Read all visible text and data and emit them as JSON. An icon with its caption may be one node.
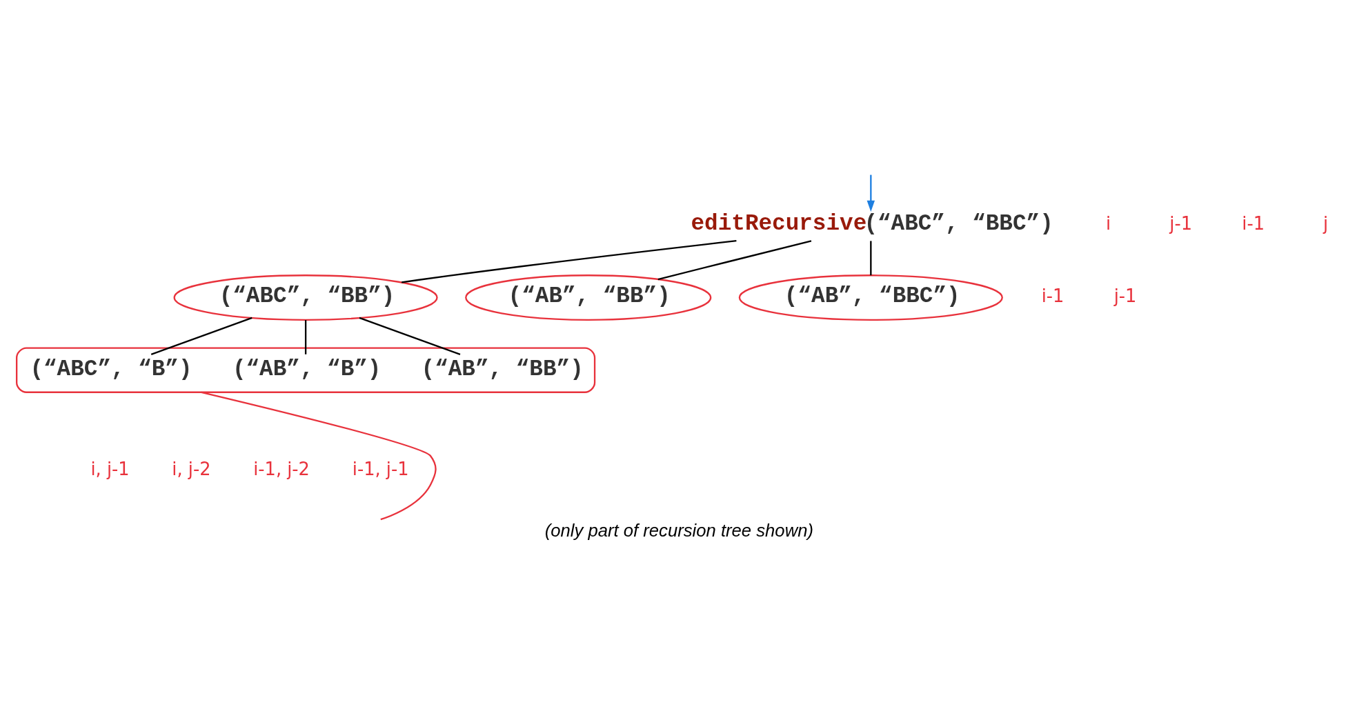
{
  "diagram": {
    "caption": "(only part of recursion tree shown)",
    "nodes": [
      {
        "text": [
          "editRecursive(“ABC”, “BBC”)"
        ]
      },
      {
        "text": [
          "(“ABC”, “BB”)"
        ]
      },
      {
        "text": [
          "(“AB”, “BB”)"
        ]
      },
      {
        "text": [
          "(“AB”, “BBC”)"
        ]
      },
      {
        "text": [],
        "shape": "box"
      },
      {
        "text": [
          "(“ABC”, “B”)"
        ],
        "in": 4
      },
      {
        "text": [
          "(“AB”, “B”)"
        ],
        "in": 4
      },
      {
        "text": [
          "(“AB”, “BB”)"
        ],
        "in": 4
      }
    ],
    "edges": [
      {
        "from": 0,
        "to": 1,
        "arrow": "none"
      },
      {
        "from": 0,
        "to": 2,
        "arrow": "none"
      },
      {
        "from": 0,
        "to": 3,
        "arrow": "none"
      },
      {
        "from": 1,
        "to": 5,
        "arrow": "none"
      },
      {
        "from": 1,
        "to": 6,
        "arrow": "none"
      },
      {
        "from": 1,
        "to": 7,
        "arrow": "none"
      },
      {
        "from": null,
        "to": 0,
        "arrow": "to",
        "color": "#1e7fe0"
      },
      {
        "from": null,
        "to": 4,
        "arrow": "none",
        "color": "#e8323c"
      }
    ],
    "labels": [
      "i",
      "j-1",
      "i-1",
      "j",
      "i-1",
      "j-1",
      "i, j-1",
      "i, j-2",
      "i-1, j-2",
      "i-1, j-1"
    ]
  }
}
